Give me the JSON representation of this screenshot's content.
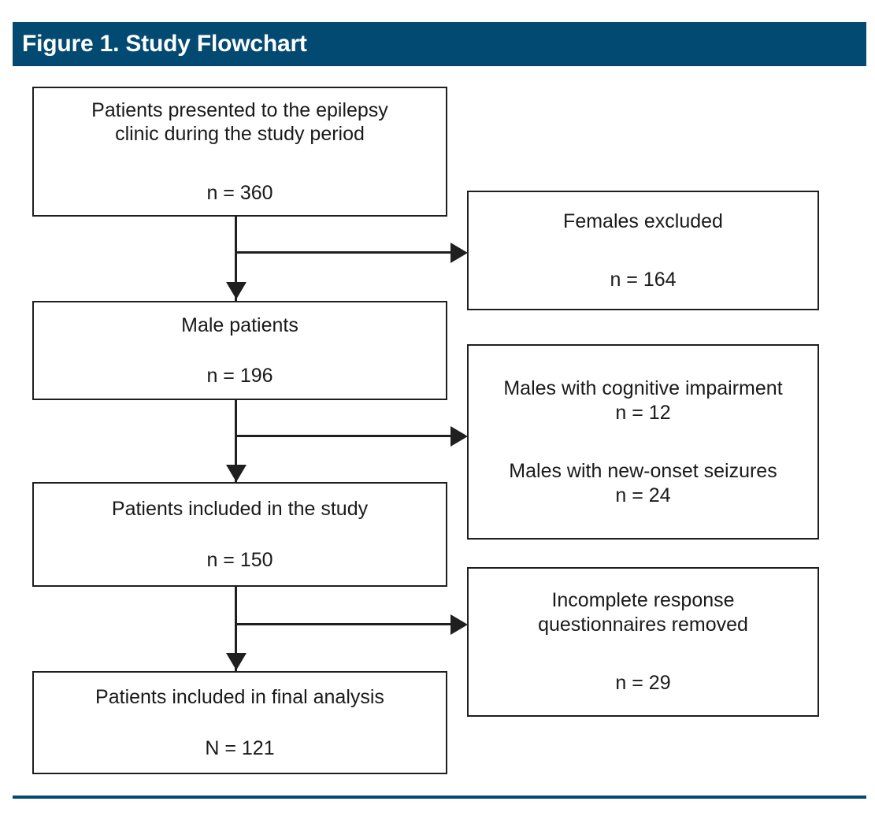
{
  "figure": {
    "title": "Figure 1. Study Flowchart",
    "banner_color": "#034a73",
    "rule_color": "#034a73",
    "box_border_color": "#1f1f1f",
    "text_color": "#1a1a1a"
  },
  "chart_data": {
    "type": "flowchart",
    "title": "Figure 1. Study Flowchart",
    "orientation": "vertical-with-right-exclusions",
    "main_flow": [
      {
        "id": "presented",
        "lines": [
          "Patients presented to the epilepsy",
          "clinic during the study period"
        ],
        "count_label": "n = 360",
        "count": 360
      },
      {
        "id": "males",
        "lines": [
          "Male patients"
        ],
        "count_label": "n = 196",
        "count": 196
      },
      {
        "id": "included",
        "lines": [
          "Patients included in the study"
        ],
        "count_label": "n = 150",
        "count": 150
      },
      {
        "id": "final",
        "lines": [
          "Patients included in final analysis"
        ],
        "count_label": "N = 121",
        "count": 121
      }
    ],
    "exclusions": [
      {
        "id": "females-excluded",
        "groups": [
          {
            "lines": [
              "Females excluded"
            ],
            "count_label": "n = 164",
            "count": 164
          }
        ]
      },
      {
        "id": "cognitive-and-new-onset",
        "groups": [
          {
            "lines": [
              "Males with cognitive impairment"
            ],
            "count_label": "n = 12",
            "count": 12
          },
          {
            "lines": [
              "Males with new-onset seizures"
            ],
            "count_label": "n = 24",
            "count": 24
          }
        ]
      },
      {
        "id": "incomplete-questionnaires",
        "groups": [
          {
            "lines": [
              "Incomplete response",
              "questionnaires removed"
            ],
            "count_label": "n = 29",
            "count": 29
          }
        ]
      }
    ]
  }
}
